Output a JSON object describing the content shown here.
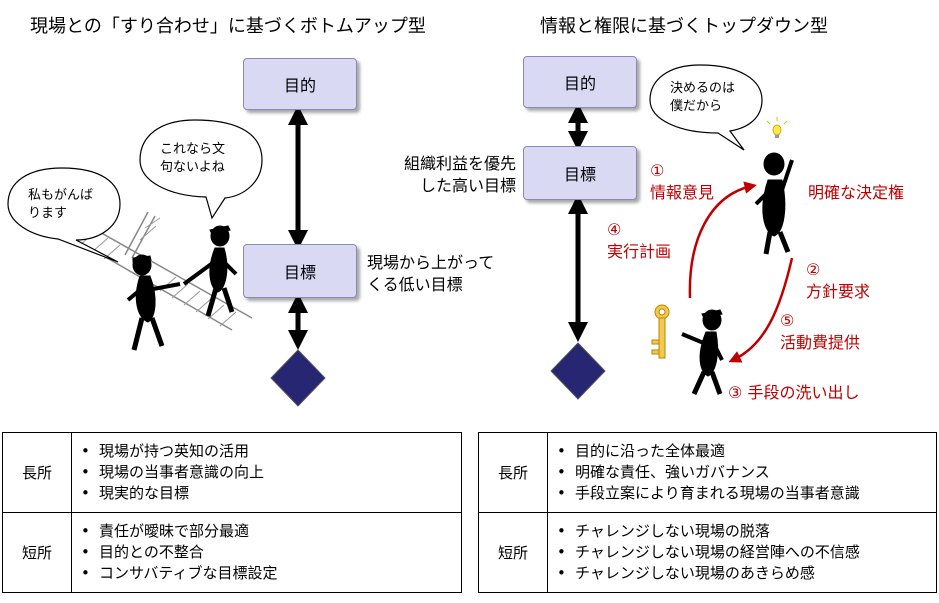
{
  "left": {
    "heading": "現場との「すり合わせ」に基づくボトムアップ型",
    "purpose": "目的",
    "target": "目標",
    "target_note": [
      "現場から上がって",
      "くる低い目標"
    ],
    "bubble_a": [
      "これなら文",
      "句ないよね"
    ],
    "bubble_b": [
      "私もがんば",
      "ります"
    ]
  },
  "right": {
    "heading": "情報と権限に基づくトップダウン型",
    "purpose": "目的",
    "target": "目標",
    "target_note": [
      "組織利益を優先",
      "した高い目標"
    ],
    "bubble": [
      "決めるのは",
      "僕だから"
    ],
    "steps": [
      {
        "num": "①",
        "text": "情報意見"
      },
      {
        "num": "②",
        "text": "方針要求"
      },
      {
        "num": "③",
        "text": "手段の洗い出し"
      },
      {
        "num": "④",
        "text": "実行計画"
      },
      {
        "num": "⑤",
        "text": "活動費提供"
      }
    ],
    "authority": "明確な決定権"
  },
  "tables": {
    "left": {
      "pros_label": "長所",
      "pros": [
        "現場が持つ英知の活用",
        "現場の当事者意識の向上",
        "現実的な目標"
      ],
      "cons_label": "短所",
      "cons": [
        "責任が曖昧で部分最適",
        "目的との不整合",
        "コンサバティブな目標設定"
      ]
    },
    "right": {
      "pros_label": "長所",
      "pros": [
        "目的に沿った全体最適",
        "明確な責任、強いガバナンス",
        "手段立案により育まれる現場の当事者意識"
      ],
      "cons_label": "短所",
      "cons": [
        "チャレンジしない現場の脱落",
        "チャレンジしない現場の経営陣への不信感",
        "チャレンジしない現場のあきらめ感"
      ]
    }
  },
  "colors": {
    "box_fill": "#d9d9f3",
    "diamond": "#262673",
    "step_red": "#c00000"
  }
}
